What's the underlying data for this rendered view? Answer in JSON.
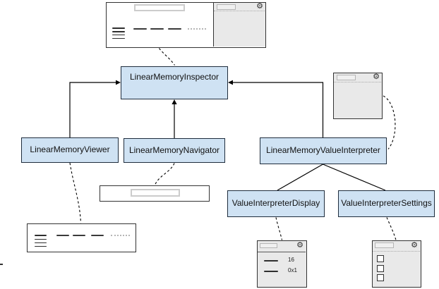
{
  "nodes": {
    "inspector": {
      "label": "LinearMemoryInspector"
    },
    "viewer": {
      "label": "LinearMemoryViewer"
    },
    "navigator": {
      "label": "LinearMemoryNavigator"
    },
    "value_interpreter": {
      "label": "LinearMemoryValueInterpreter"
    },
    "display": {
      "label": "ValueInterpreterDisplay"
    },
    "settings": {
      "label": "ValueInterpreterSettings"
    }
  },
  "mockups": {
    "display_panel": {
      "row1_value": "16",
      "row2_value": "0x1"
    }
  },
  "icons": {
    "gear": "⚙"
  },
  "colors": {
    "node_fill": "#cfe2f3",
    "node_border": "#1f2d3d",
    "wireframe_border": "#333333",
    "panel_fill": "#e9e9e9",
    "connector": "#000000"
  }
}
